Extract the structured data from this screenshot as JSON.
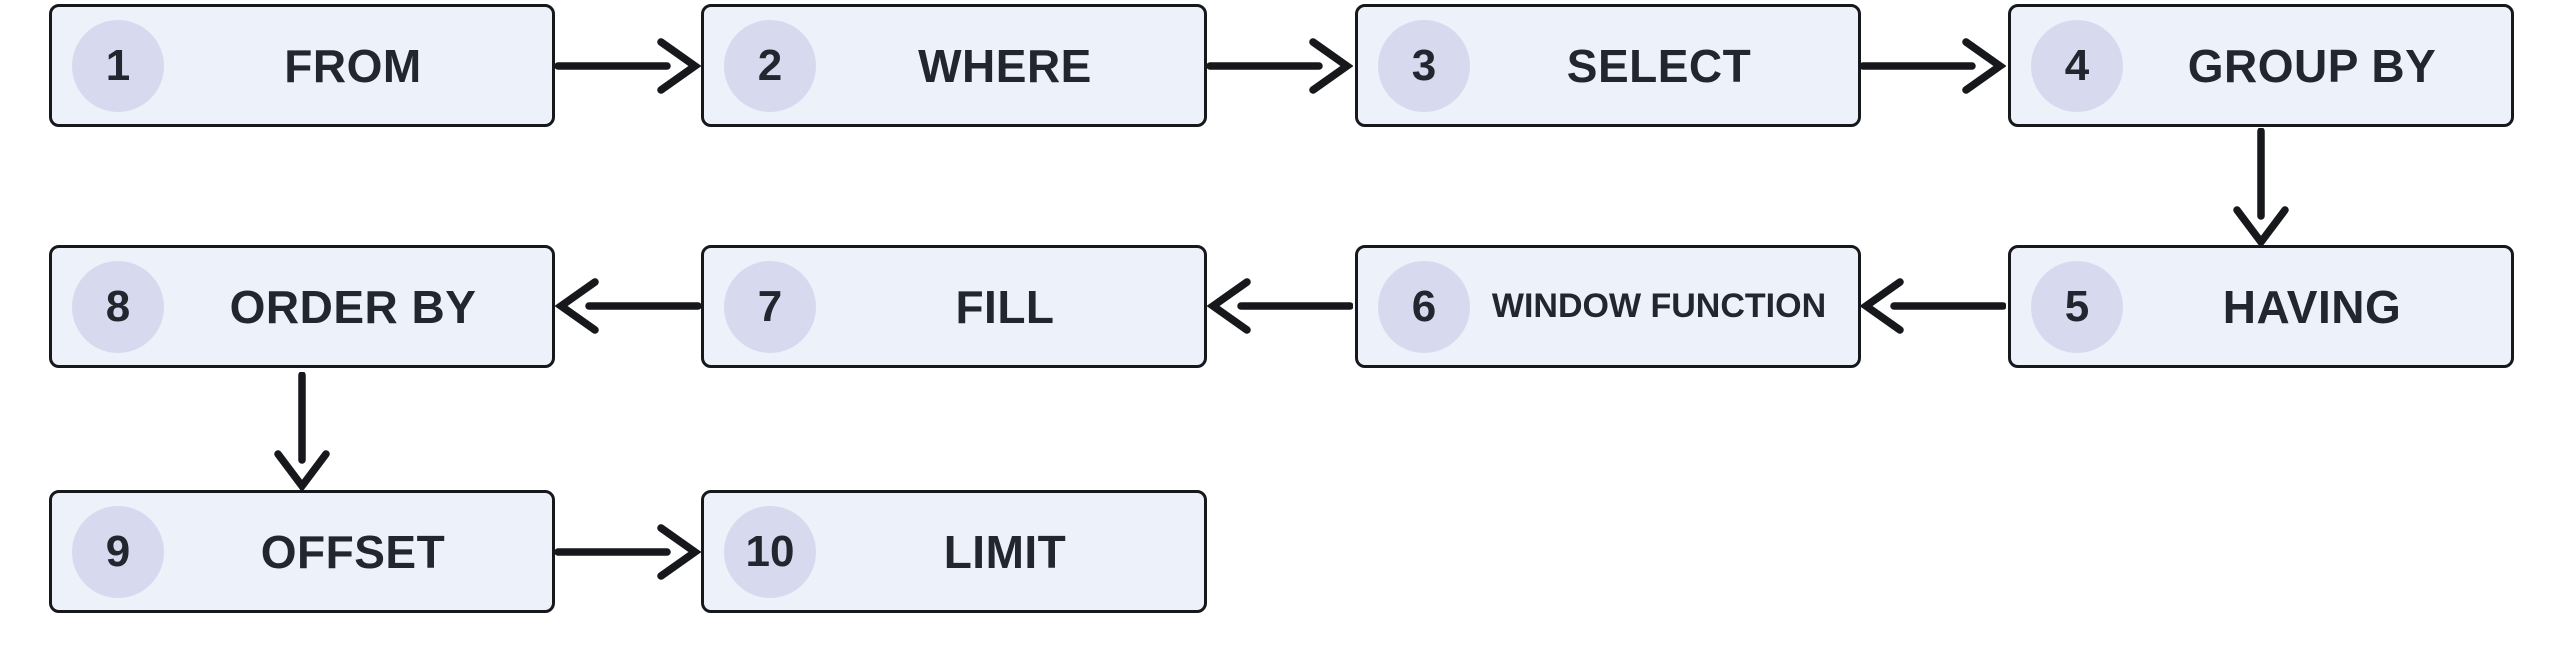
{
  "diagram": {
    "description": "SQL query clause execution order flowchart",
    "colors": {
      "background": "#ffffff",
      "node_fill": "#edf1fa",
      "node_border": "#16181c",
      "badge_fill": "#d7daee",
      "text": "#22262e",
      "arrow": "#16181c"
    },
    "nodes": [
      {
        "num": "1",
        "label": "FROM"
      },
      {
        "num": "2",
        "label": "WHERE"
      },
      {
        "num": "3",
        "label": "SELECT"
      },
      {
        "num": "4",
        "label": "GROUP BY"
      },
      {
        "num": "5",
        "label": "HAVING"
      },
      {
        "num": "6",
        "label": "WINDOW FUNCTION"
      },
      {
        "num": "7",
        "label": "FILL"
      },
      {
        "num": "8",
        "label": "ORDER BY"
      },
      {
        "num": "9",
        "label": "OFFSET"
      },
      {
        "num": "10",
        "label": "LIMIT"
      }
    ],
    "edges": [
      {
        "from": "FROM",
        "to": "WHERE"
      },
      {
        "from": "WHERE",
        "to": "SELECT"
      },
      {
        "from": "SELECT",
        "to": "GROUP BY"
      },
      {
        "from": "GROUP BY",
        "to": "HAVING"
      },
      {
        "from": "HAVING",
        "to": "WINDOW FUNCTION"
      },
      {
        "from": "WINDOW FUNCTION",
        "to": "FILL"
      },
      {
        "from": "FILL",
        "to": "ORDER BY"
      },
      {
        "from": "ORDER BY",
        "to": "OFFSET"
      },
      {
        "from": "OFFSET",
        "to": "LIMIT"
      }
    ]
  }
}
